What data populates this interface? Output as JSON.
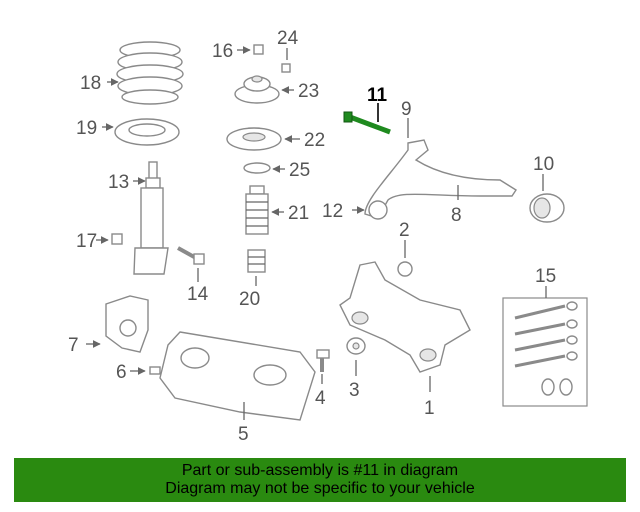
{
  "labels": [
    "1",
    "2",
    "3",
    "4",
    "5",
    "6",
    "7",
    "8",
    "9",
    "10",
    "11",
    "12",
    "13",
    "14",
    "15",
    "16",
    "17",
    "18",
    "19",
    "20",
    "21",
    "22",
    "23",
    "24",
    "25"
  ],
  "highlighted_part": "11",
  "colors": {
    "banner": "#2a8a10",
    "highlight": "#1f8a1f",
    "line": "#8a8a8a"
  },
  "banner": {
    "line1": "Part or sub-assembly is #11 in diagram",
    "line2": "Diagram may not be specific to your vehicle"
  }
}
